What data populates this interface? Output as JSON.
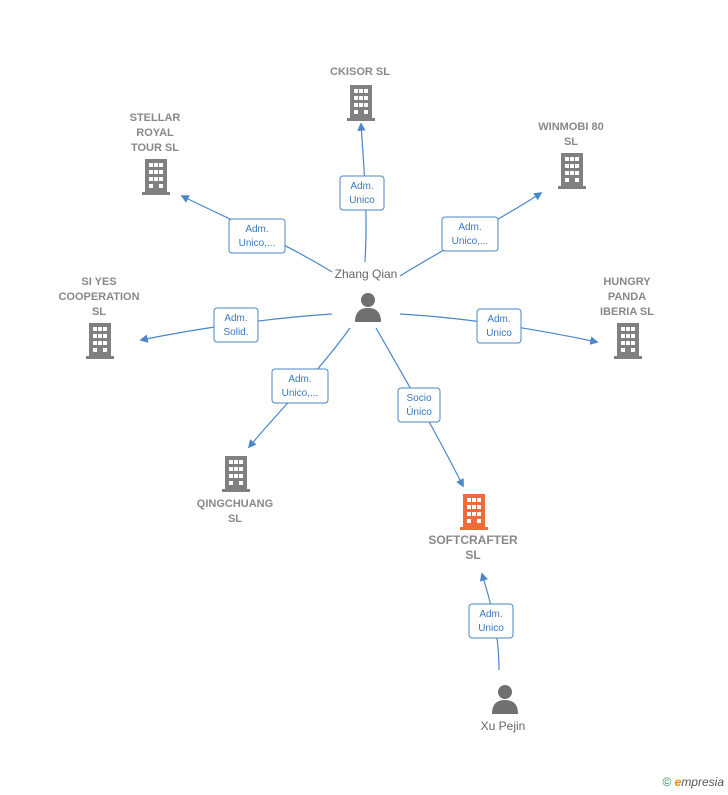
{
  "colors": {
    "company": "#808080",
    "focus": "#f06a3a",
    "person": "#707070",
    "edge": "#4a86c8"
  },
  "nodes": {
    "ckisor": [
      "CKISOR SL"
    ],
    "stellar": [
      "STELLAR",
      "ROYAL",
      "TOUR  SL"
    ],
    "winmobi": [
      "WINMOBI 80",
      "SL"
    ],
    "siyes": [
      "SI YES",
      "COOPERATION",
      "SL"
    ],
    "hungry": [
      "HUNGRY",
      "PANDA",
      "IBERIA  SL"
    ],
    "qingchuang": [
      "QINGCHUANG",
      "SL"
    ],
    "softcrafter": [
      "SOFTCRAFTER",
      "SL"
    ],
    "zhang": "Zhang Qian",
    "xu": "Xu Pejin"
  },
  "edges": {
    "ckisor": [
      "Adm.",
      "Unico"
    ],
    "stellar": [
      "Adm.",
      "Unico,..."
    ],
    "winmobi": [
      "Adm.",
      "Unico,..."
    ],
    "siyes": [
      "Adm.",
      "Solid."
    ],
    "hungry": [
      "Adm.",
      "Unico"
    ],
    "qingchuang": [
      "Adm.",
      "Unico,..."
    ],
    "softcrafter": [
      "Socio",
      "Único"
    ],
    "xu": [
      "Adm.",
      "Unico"
    ]
  },
  "footer": {
    "copyright": "©",
    "brand_first": "e",
    "brand_rest": "mpresia"
  }
}
